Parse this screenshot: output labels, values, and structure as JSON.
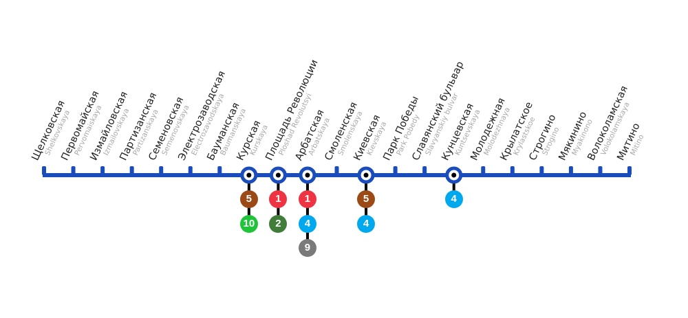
{
  "line_color": "#1a4dbb",
  "stations": [
    {
      "ru": "Щелковская",
      "en": "Shelkovskaya",
      "transfers": []
    },
    {
      "ru": "Первомайская",
      "en": "Pervomaiskaya",
      "transfers": []
    },
    {
      "ru": "Измайловская",
      "en": "Izmailovskaya",
      "transfers": []
    },
    {
      "ru": "Партизанская",
      "en": "Partizanskaya",
      "transfers": []
    },
    {
      "ru": "Семеновская",
      "en": "Semenovskaya",
      "transfers": []
    },
    {
      "ru": "Электрозаводская",
      "en": "Electrozavodskaya",
      "transfers": []
    },
    {
      "ru": "Бауманская",
      "en": "Baumanskaya",
      "transfers": []
    },
    {
      "ru": "Курская",
      "en": "Kurskaya",
      "transfers": [
        {
          "line": "5",
          "color": "#9b4a16"
        },
        {
          "line": "10",
          "color": "#1fc43a"
        }
      ]
    },
    {
      "ru": "Площадь Революции",
      "en": "Ploshad Revolutsyi",
      "transfers": [
        {
          "line": "1",
          "color": "#ee3342"
        },
        {
          "line": "2",
          "color": "#3f7d39"
        }
      ]
    },
    {
      "ru": "Арбатская",
      "en": "Arbatskaya",
      "transfers": [
        {
          "line": "1",
          "color": "#ee3342"
        },
        {
          "line": "4",
          "color": "#00a9ee"
        },
        {
          "line": "9",
          "color": "#7a7a7a"
        }
      ]
    },
    {
      "ru": "Смоленская",
      "en": "Smolenskaya",
      "transfers": []
    },
    {
      "ru": "Киевская",
      "en": "Kievskaya",
      "transfers": [
        {
          "line": "5",
          "color": "#9b4a16"
        },
        {
          "line": "4",
          "color": "#00a9ee"
        }
      ]
    },
    {
      "ru": "Парк Победы",
      "en": "Park Pobedy",
      "transfers": []
    },
    {
      "ru": "Славянский бульвар",
      "en": "Slavyanskiy bulvar",
      "transfers": []
    },
    {
      "ru": "Кунцевская",
      "en": "Kuntsevskaya",
      "transfers": [
        {
          "line": "4",
          "color": "#00a9ee"
        }
      ]
    },
    {
      "ru": "Молодежная",
      "en": "Molodezhnaya",
      "transfers": []
    },
    {
      "ru": "Крылатское",
      "en": "Krylastskoe",
      "transfers": []
    },
    {
      "ru": "Строгино",
      "en": "Strogino",
      "transfers": []
    },
    {
      "ru": "Мякинино",
      "en": "Myakinono",
      "transfers": []
    },
    {
      "ru": "Волоколамская",
      "en": "Volokolamskaya",
      "transfers": []
    },
    {
      "ru": "Митино",
      "en": "Mitino",
      "transfers": []
    }
  ]
}
